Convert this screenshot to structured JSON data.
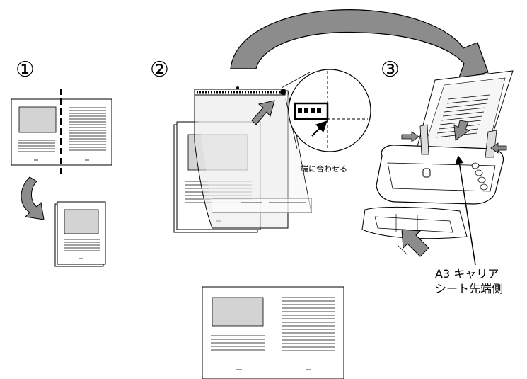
{
  "steps": [
    "①",
    "②",
    "③"
  ],
  "align_label": "端に合わせる",
  "carrier_label": [
    "A3 キャリア",
    "シート先端側"
  ],
  "colors": {
    "arrow_gray": "#8c8c8c",
    "image_gray": "#d3d3d3",
    "line": "#000000"
  }
}
